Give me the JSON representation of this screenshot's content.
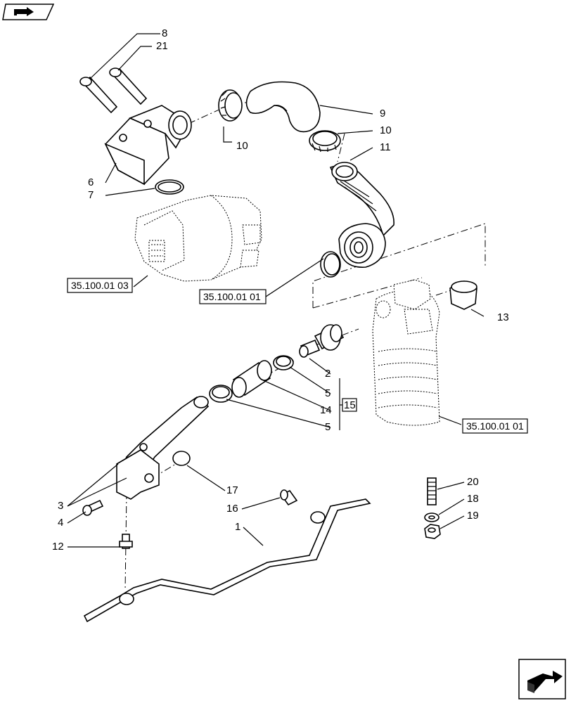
{
  "callouts": {
    "c8": "8",
    "c21": "21",
    "c9": "9",
    "c10a": "10",
    "c10b": "10",
    "c11": "11",
    "c6": "6",
    "c7": "7",
    "c13": "13",
    "c2": "2",
    "c5a": "5",
    "c14": "14",
    "c15": "15",
    "c5b": "5",
    "c3": "3",
    "c4": "4",
    "c17": "17",
    "c16": "16",
    "c1": "1",
    "c12": "12",
    "c20": "20",
    "c18": "18",
    "c19": "19"
  },
  "references": {
    "ref_pump": "35.100.01 03",
    "ref_filter_seal": "35.100.01 01",
    "ref_filter": "35.100.01 01"
  },
  "icons": {
    "top_nav": "return-arrow-icon",
    "bottom_nav": "next-page-arrow-icon"
  }
}
